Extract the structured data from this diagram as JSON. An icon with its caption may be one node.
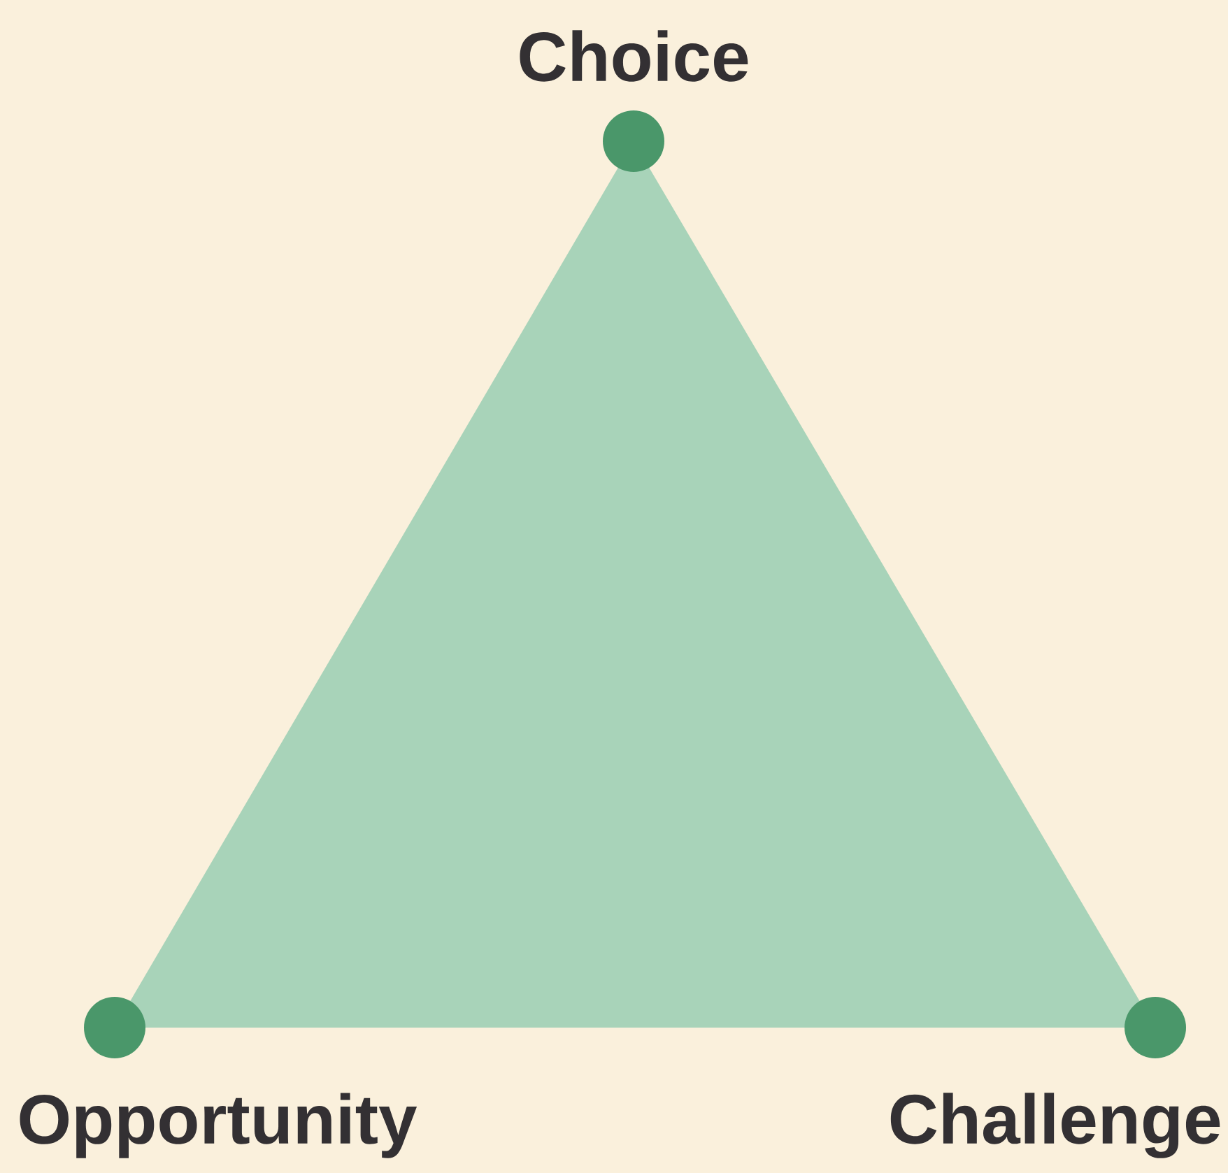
{
  "diagram": {
    "nodes": [
      {
        "text": [
          "Choice"
        ]
      },
      {
        "text": [
          "Opportunity"
        ]
      },
      {
        "text": [
          "Challenge"
        ]
      }
    ]
  }
}
